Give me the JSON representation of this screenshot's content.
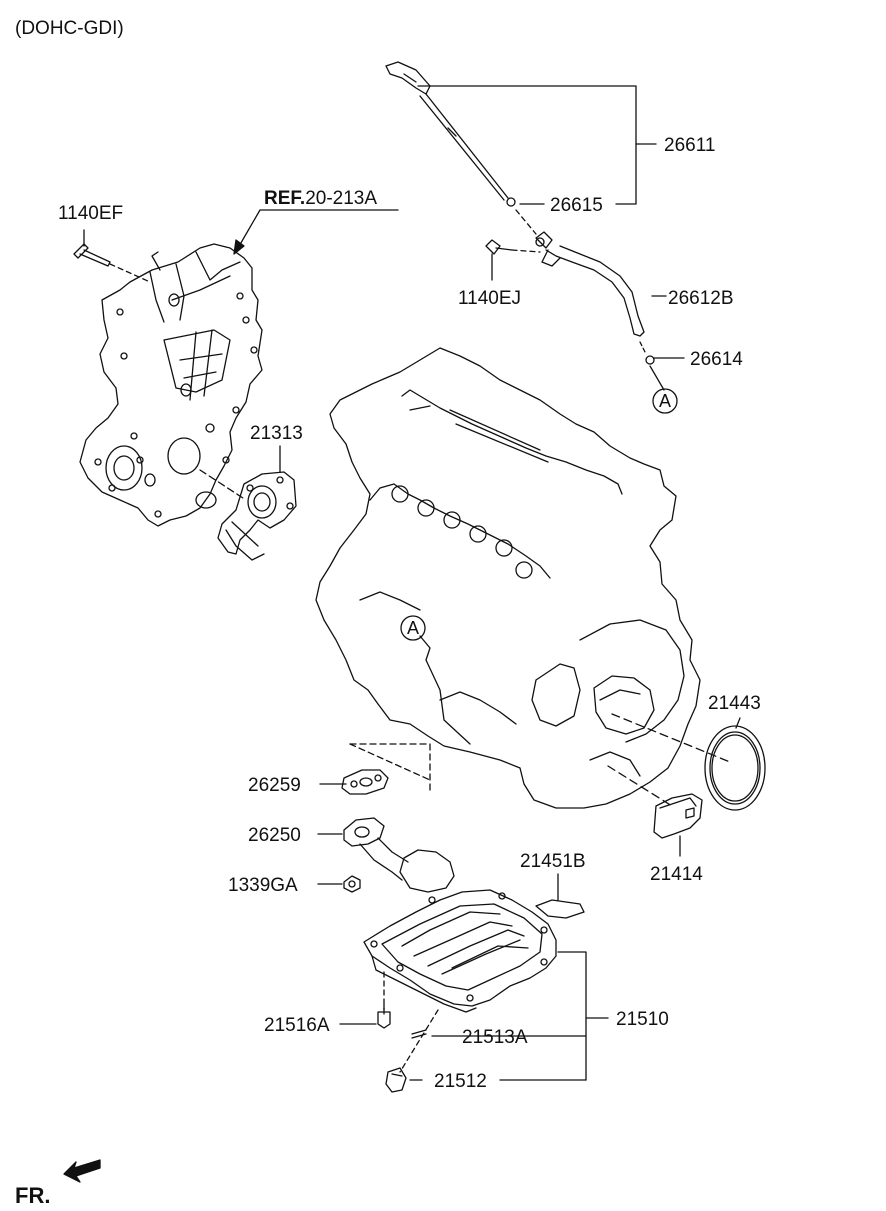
{
  "header": {
    "engine_variant": "(DOHC-GDI)"
  },
  "reference": {
    "prefix": "REF.",
    "code": "20-213A"
  },
  "orientation": {
    "label": "FR."
  },
  "callouts": {
    "a_top": "A",
    "a_engine": "A"
  },
  "parts": {
    "p1140EF": "1140EF",
    "p26611": "26611",
    "p26615": "26615",
    "p1140EJ": "1140EJ",
    "p26612B": "26612B",
    "p26614": "26614",
    "p21313": "21313",
    "p21443": "21443",
    "p26259": "26259",
    "p26250": "26250",
    "p21451B": "21451B",
    "p21414": "21414",
    "p1339GA": "1339GA",
    "p21510": "21510",
    "p21516A": "21516A",
    "p21513A": "21513A",
    "p21512": "21512"
  }
}
